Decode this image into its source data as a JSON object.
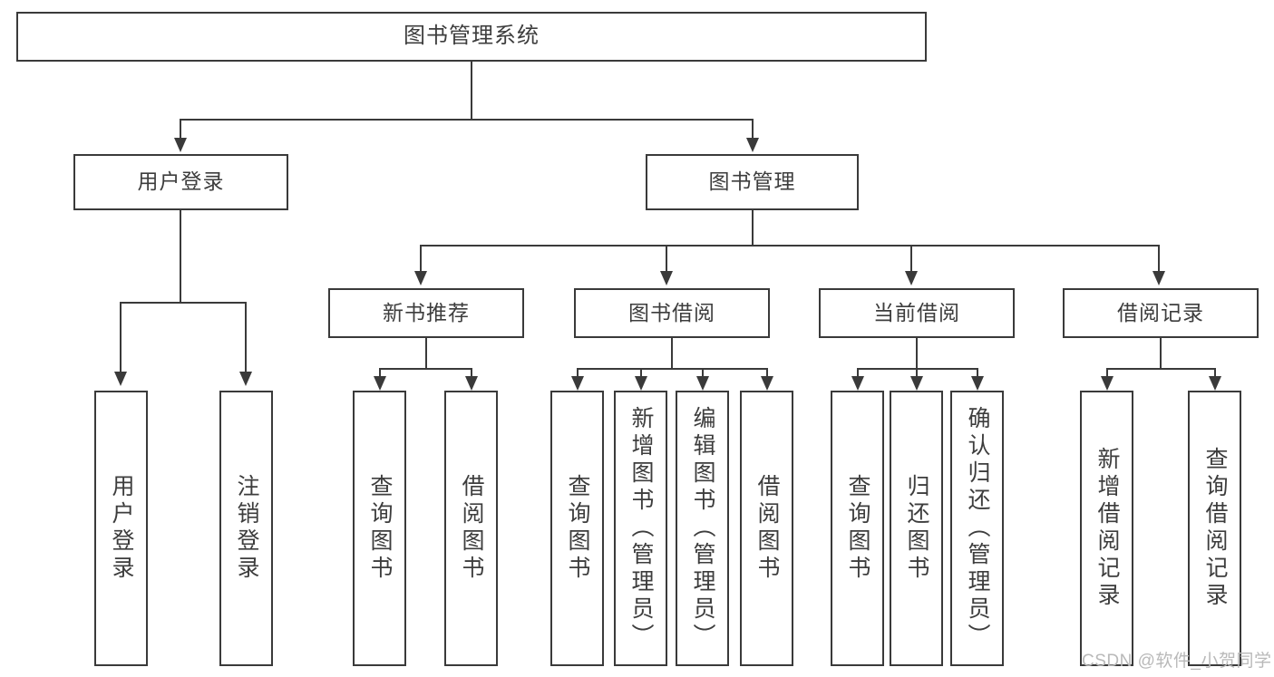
{
  "diagram": {
    "type": "tree-hierarchy",
    "title": "图书管理系统",
    "root": {
      "label": "图书管理系统"
    },
    "level2": [
      {
        "label": "用户登录"
      },
      {
        "label": "图书管理"
      }
    ],
    "level3": [
      {
        "label": "新书推荐"
      },
      {
        "label": "图书借阅"
      },
      {
        "label": "当前借阅"
      },
      {
        "label": "借阅记录"
      }
    ],
    "leaves": {
      "user_login": [
        {
          "label": "用户登录"
        },
        {
          "label": "注销登录"
        }
      ],
      "new_book_recommend": [
        {
          "label": "查询图书"
        },
        {
          "label": "借阅图书"
        }
      ],
      "book_borrow": [
        {
          "label": "查询图书"
        },
        {
          "label": "新增图书（管理员）"
        },
        {
          "label": "编辑图书（管理员）"
        },
        {
          "label": "借阅图书"
        }
      ],
      "current_borrow": [
        {
          "label": "查询图书"
        },
        {
          "label": "归还图书"
        },
        {
          "label": "确认归还（管理员）"
        }
      ],
      "borrow_record": [
        {
          "label": "新增借阅记录"
        },
        {
          "label": "查询借阅记录"
        }
      ]
    }
  },
  "watermark": {
    "text": "CSDN @软件_小贺同学"
  },
  "colors": {
    "stroke": "#3a3a3a",
    "text": "#3d3d3d",
    "background": "#ffffff",
    "watermark": "#b9b9b9"
  }
}
